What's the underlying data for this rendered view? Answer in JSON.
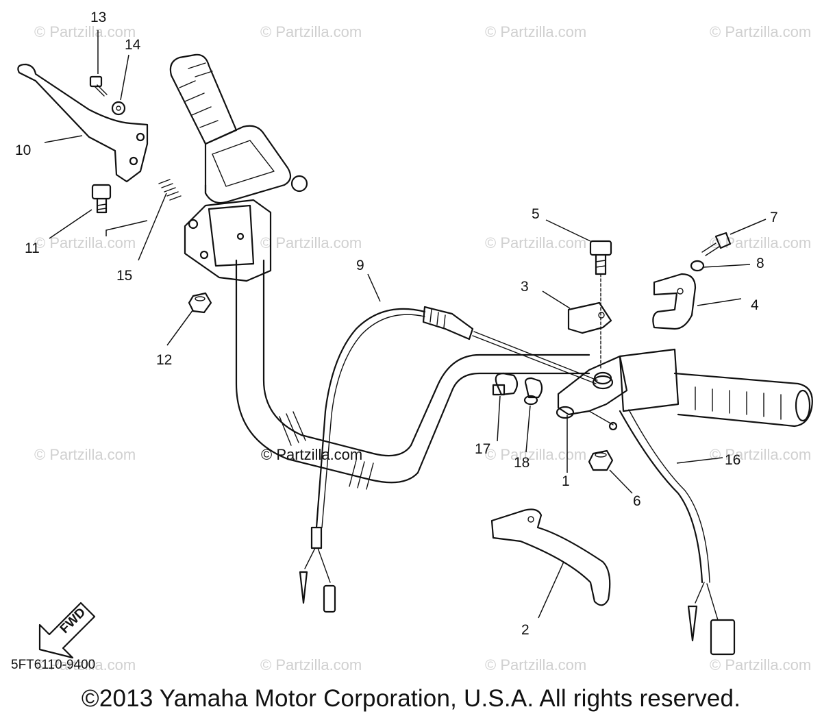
{
  "watermarks": {
    "text": "© Partzilla.com",
    "center_text": "© Partzilla.com"
  },
  "callouts": {
    "p1": "1",
    "p2": "2",
    "p3": "3",
    "p4": "4",
    "p5": "5",
    "p6": "6",
    "p7": "7",
    "p8": "8",
    "p9": "9",
    "p10": "10",
    "p11": "11",
    "p12": "12",
    "p13": "13",
    "p14": "14",
    "p15": "15",
    "p16": "16",
    "p17": "17",
    "p18": "18"
  },
  "fwd_label": "FWD",
  "diagram_code": "5FT6110-9400",
  "copyright": "©2013 Yamaha Motor Corporation, U.S.A. All rights reserved."
}
